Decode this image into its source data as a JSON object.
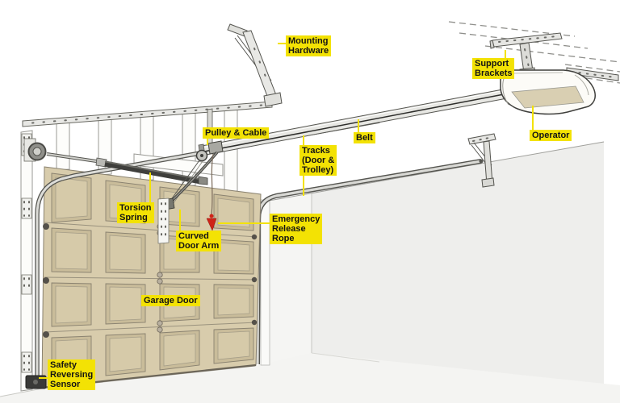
{
  "diagram": {
    "title": "garage-door-opener-parts-diagram",
    "colors": {
      "label_bg": "#f3e204",
      "label_text": "#141414",
      "door_beige": "#d8ccac",
      "panel_beige": "#c9bc9a",
      "handle_red": "#cf2318",
      "line_gray": "#555550",
      "wall_gray": "#eeeeec"
    },
    "labels": {
      "mounting_hardware": "Mounting\nHardware",
      "support_brackets": "Support\nBrackets",
      "operator": "Operator",
      "belt": "Belt",
      "pulley_cable": "Pulley & Cable",
      "tracks": "Tracks\n(Door &\nTrolley)",
      "torsion_spring": "Torsion\nSpring",
      "curved_door_arm": "Curved\nDoor Arm",
      "emergency_release_rope": "Emergency\nRelease\nRope",
      "garage_door": "Garage Door",
      "safety_reversing_sensor": "Safety\nReversing\nSensor"
    }
  }
}
